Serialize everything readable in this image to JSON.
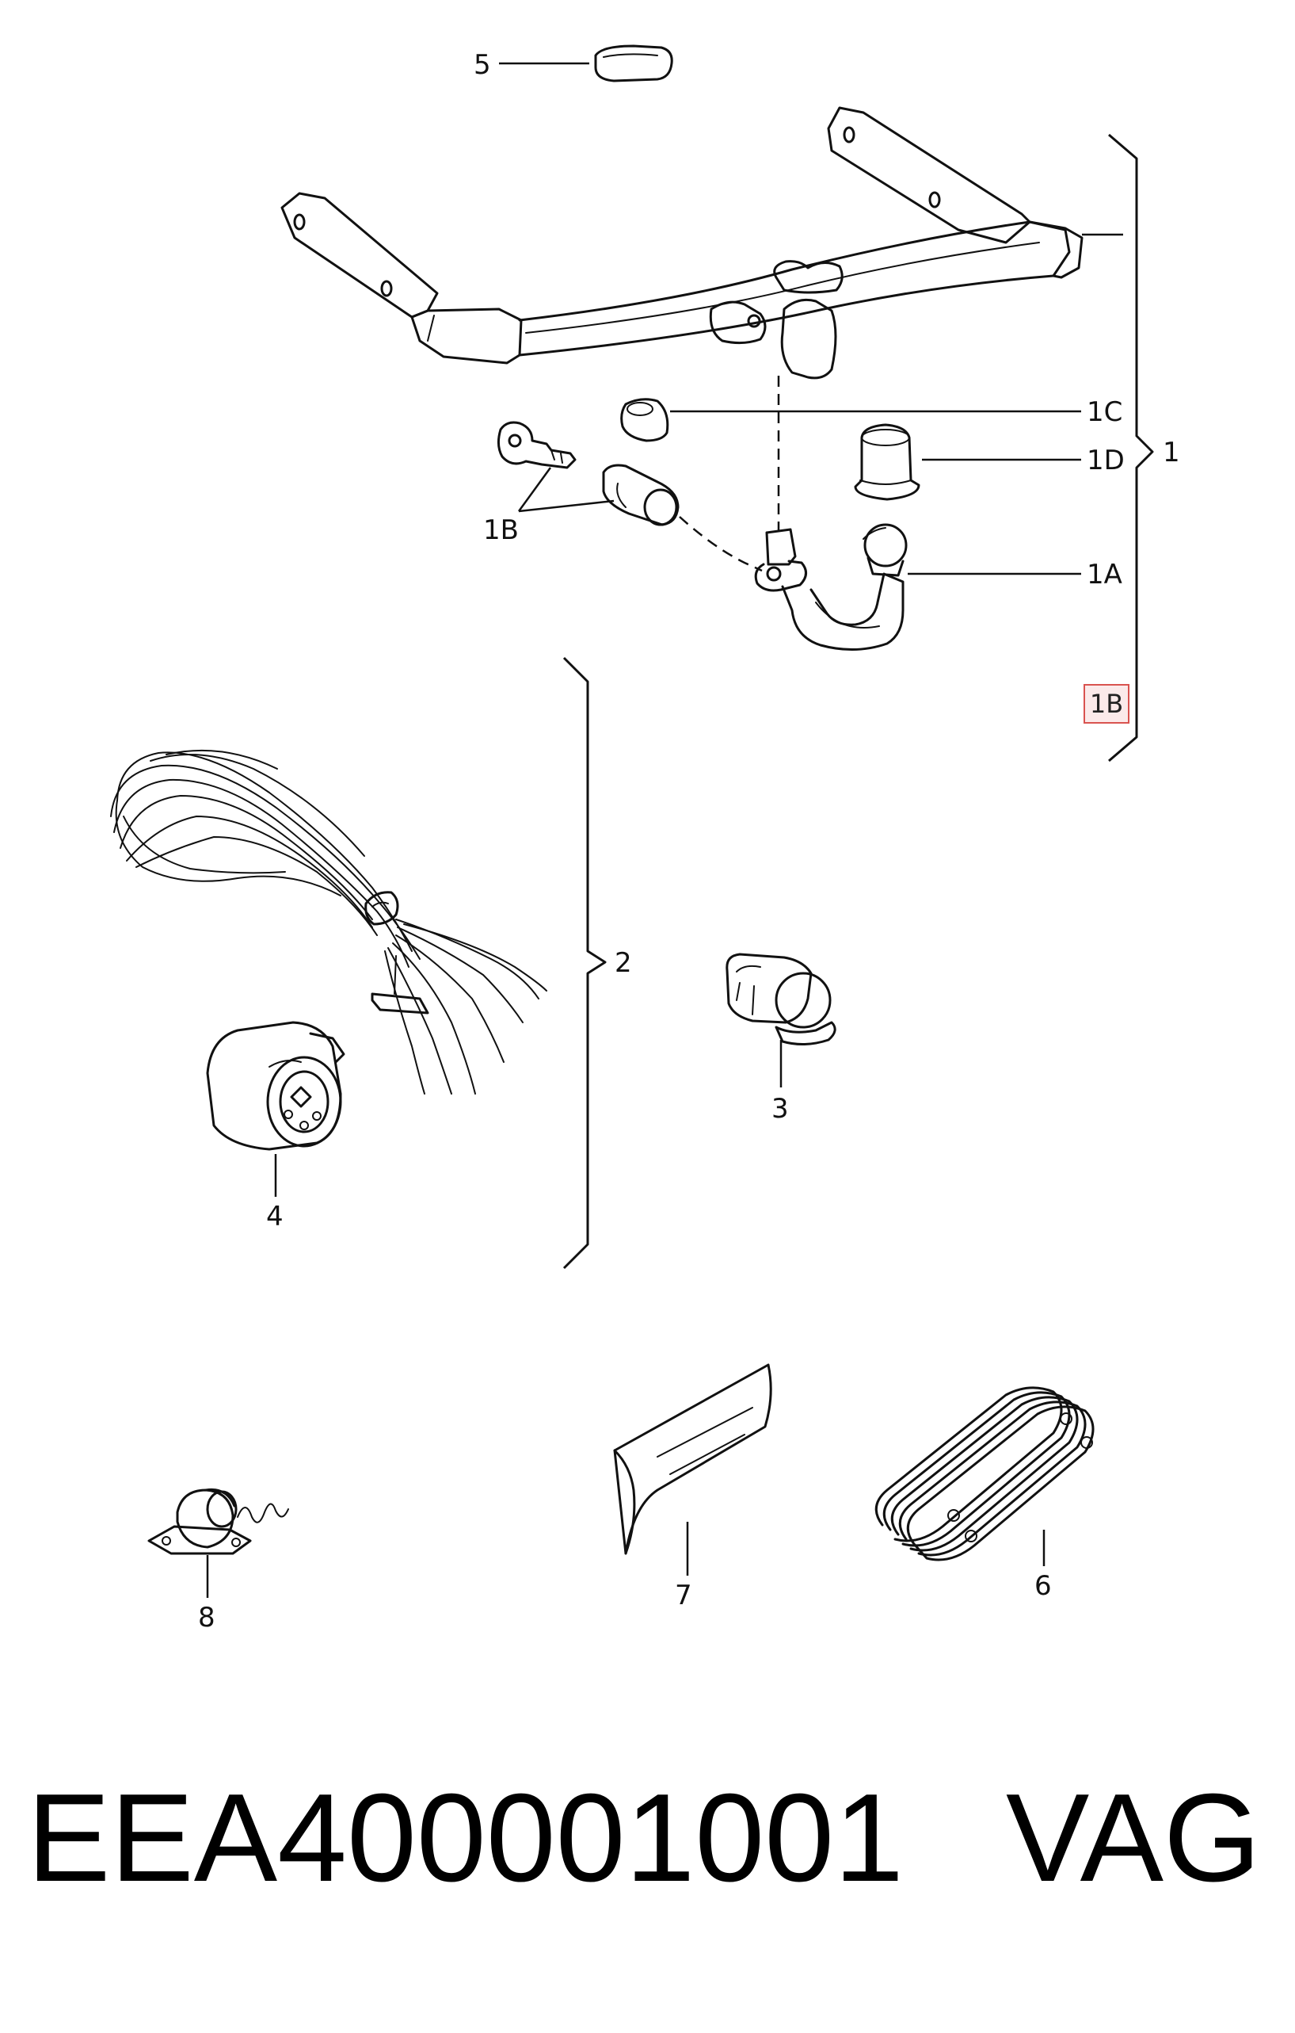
{
  "labels": {
    "p5": "5",
    "p1C": "1C",
    "p1D": "1D",
    "p1": "1",
    "p1B": "1B",
    "p1A": "1A",
    "p2": "2",
    "p3": "3",
    "p4": "4",
    "p8": "8",
    "p7": "7",
    "p6": "6"
  },
  "highlight": {
    "label": "1B",
    "color": "#d9534f"
  },
  "footer": {
    "part_number": "EEA400001001",
    "brand": "VAG"
  }
}
